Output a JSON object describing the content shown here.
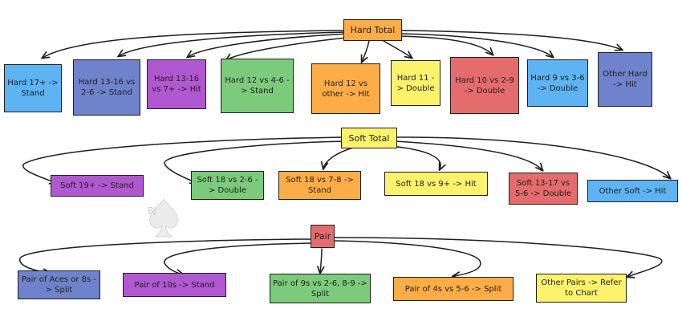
{
  "colors": {
    "orange": "#fdad47",
    "yellow": "#fdf26c",
    "blue": "#5eb3f2",
    "slate": "#6f82cc",
    "purple": "#b058d0",
    "green": "#7ccb7c",
    "red": "#e46c6c"
  },
  "hard_total": {
    "label": "Hard Total",
    "children": [
      "Hard 17+ -> Stand",
      "Hard 13-16 vs 2-6 -> Stand",
      "Hard 13-16 vs 7+ -> Hit",
      "Hard 12 vs 4-6 -> Stand",
      "Hard 12 vs other -> Hit",
      "Hard 11 -> Double",
      "Hard 10 vs 2-9 -> Double",
      "Hard 9 vs 3-6 -> Double",
      "Other Hard -> Hit"
    ]
  },
  "soft_total": {
    "label": "Soft Total",
    "children": [
      "Soft 19+ -> Stand",
      "Soft 18 vs 2-6 -> Double",
      "Soft 18 vs 7-8 -> Stand",
      "Soft 18 vs 9+ -> Hit",
      "Soft 13-17 vs 5-6 -> Double",
      "Other Soft -> Hit"
    ]
  },
  "pair": {
    "label": "Pair",
    "children": [
      "Pair of Aces or 8s -> Split",
      "Pair of 10s -> Stand",
      "Pair of 9s vs 2-6, 8-9 -> Split",
      "Pair of 4s vs 5-6 -> Split",
      "Other Pairs -> Refer to Chart"
    ]
  },
  "watermark": "BJ"
}
